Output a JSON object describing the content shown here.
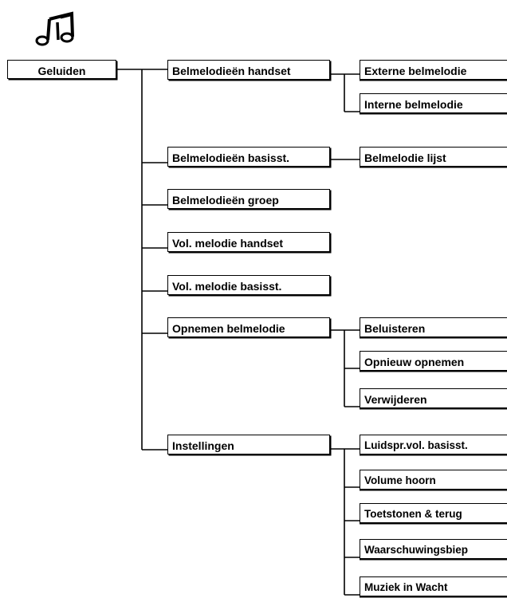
{
  "menu": {
    "icon": "music-note-icon",
    "root": "Geluiden",
    "items": [
      {
        "label": "Belmelodieën handset",
        "children": [
          "Externe belmelodie",
          "Interne belmelodie"
        ]
      },
      {
        "label": "Belmelodieën basisst.",
        "children": [
          "Belmelodie lijst"
        ]
      },
      {
        "label": "Belmelodieën groep",
        "children": []
      },
      {
        "label": "Vol. melodie handset",
        "children": []
      },
      {
        "label": "Vol. melodie basisst.",
        "children": []
      },
      {
        "label": "Opnemen belmelodie",
        "children": [
          "Beluisteren",
          "Opnieuw opnemen",
          "Verwijderen"
        ]
      },
      {
        "label": "Instellingen",
        "children": [
          "Luidspr.vol. basisst.",
          "Volume hoorn",
          "Toetstonen & terug",
          "Waarschuwingsbiep",
          "Muziek in Wacht"
        ]
      }
    ]
  }
}
